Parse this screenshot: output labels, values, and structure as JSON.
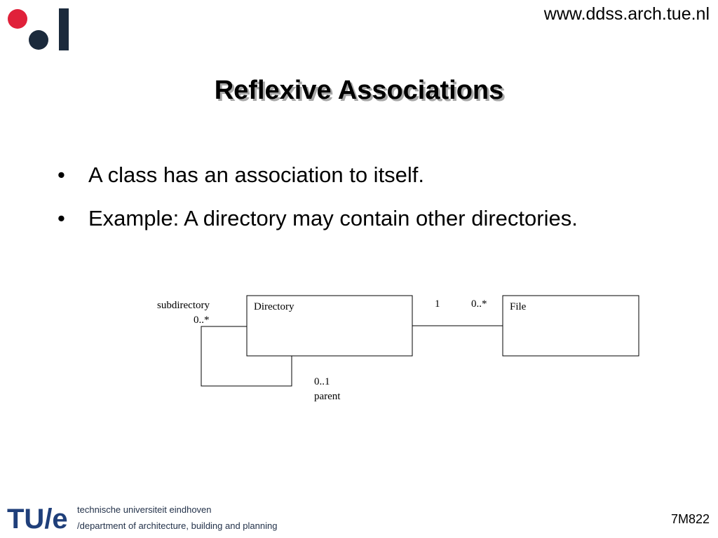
{
  "header": {
    "url": "www.ddss.arch.tue.nl"
  },
  "slide": {
    "title": "Reflexive Associations",
    "bullets": [
      "A class has an association to itself.",
      "Example: A directory may contain other directories."
    ]
  },
  "diagram": {
    "classes": {
      "directory": "Directory",
      "file": "File"
    },
    "labels": {
      "subdirectory_role": "subdirectory",
      "subdirectory_mult": "0..*",
      "parent_mult": "0..1",
      "parent_role": "parent",
      "dir_file_mult_directory": "1",
      "dir_file_mult_file": "0..*"
    }
  },
  "footer": {
    "logo_text": "TU/e",
    "university": "technische universiteit eindhoven",
    "department": "/department of architecture, building and planning",
    "course_code": "7M822"
  },
  "colors": {
    "logo_red": "#e0213a",
    "logo_navy": "#1b2a3c",
    "tue_blue": "#1f3f7a"
  }
}
